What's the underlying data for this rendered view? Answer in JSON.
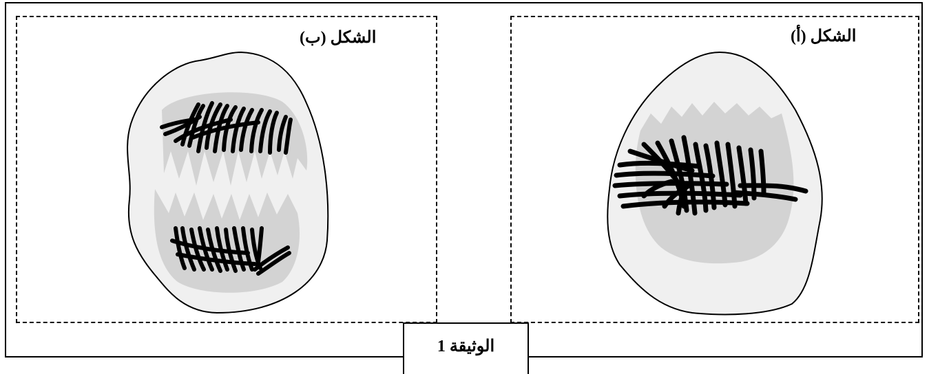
{
  "figures": [
    {
      "id": "b",
      "label": "الشكل (ب)"
    },
    {
      "id": "a",
      "label": "الشكل (أ)"
    }
  ],
  "caption": "الوثيقة 1",
  "colors": {
    "cell_fill": "#f0f0f0",
    "spindle_fill": "#d3d3d3",
    "chromosome": "#000000",
    "outline": "#000000"
  }
}
